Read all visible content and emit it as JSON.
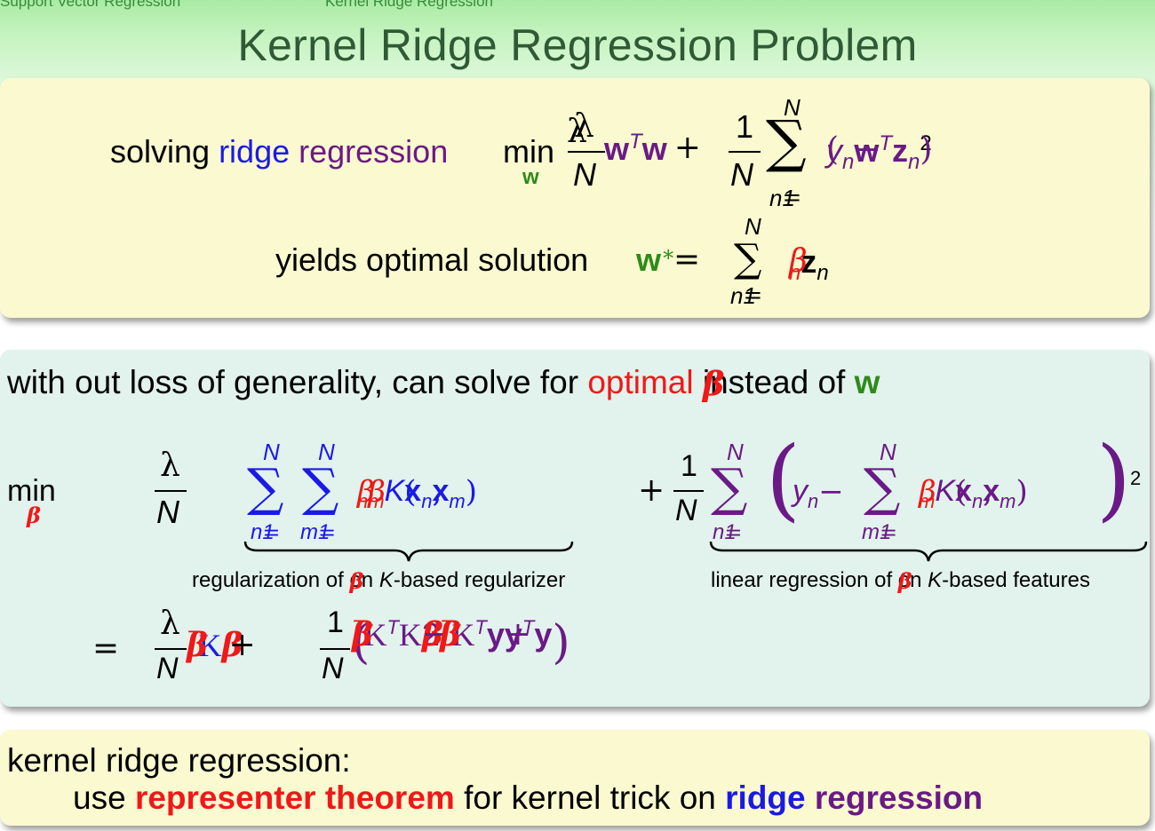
{
  "nav": {
    "left": "Support Vector Regression",
    "right": "Kernel Ridge Regression"
  },
  "title": "Kernel Ridge Regression Problem",
  "box1": {
    "line1_prefix": "solving ",
    "ridge": "ridge",
    "regression": "regression",
    "line2_prefix": "yields optimal solution "
  },
  "box2": {
    "intro_prefix": "with out loss of generality, can solve for ",
    "optimal": "optimal",
    "instead_of": " instead of ",
    "brace_left_label_prefix": "regularization of ",
    "brace_left_label_mid": " on ",
    "brace_left_label_suffix": "-based regularizer",
    "brace_right_label_prefix": "linear regression of ",
    "brace_right_label_mid": " on ",
    "brace_right_label_suffix": "-based features"
  },
  "box3": {
    "line1": "kernel ridge regression:",
    "line2_prefix": "use ",
    "representer": "representer theorem",
    "line2_mid": " for kernel trick on ",
    "ridge": "ridge",
    "regression": "regression"
  },
  "colors": {
    "title": "#2f5a35",
    "ridge": "#1a1ae6",
    "regression": "#6a1a86",
    "w": "#2e8b1a",
    "beta": "#f01818",
    "box_yellow": "#fbf9cf",
    "box_teal": "#e2f2ec"
  }
}
